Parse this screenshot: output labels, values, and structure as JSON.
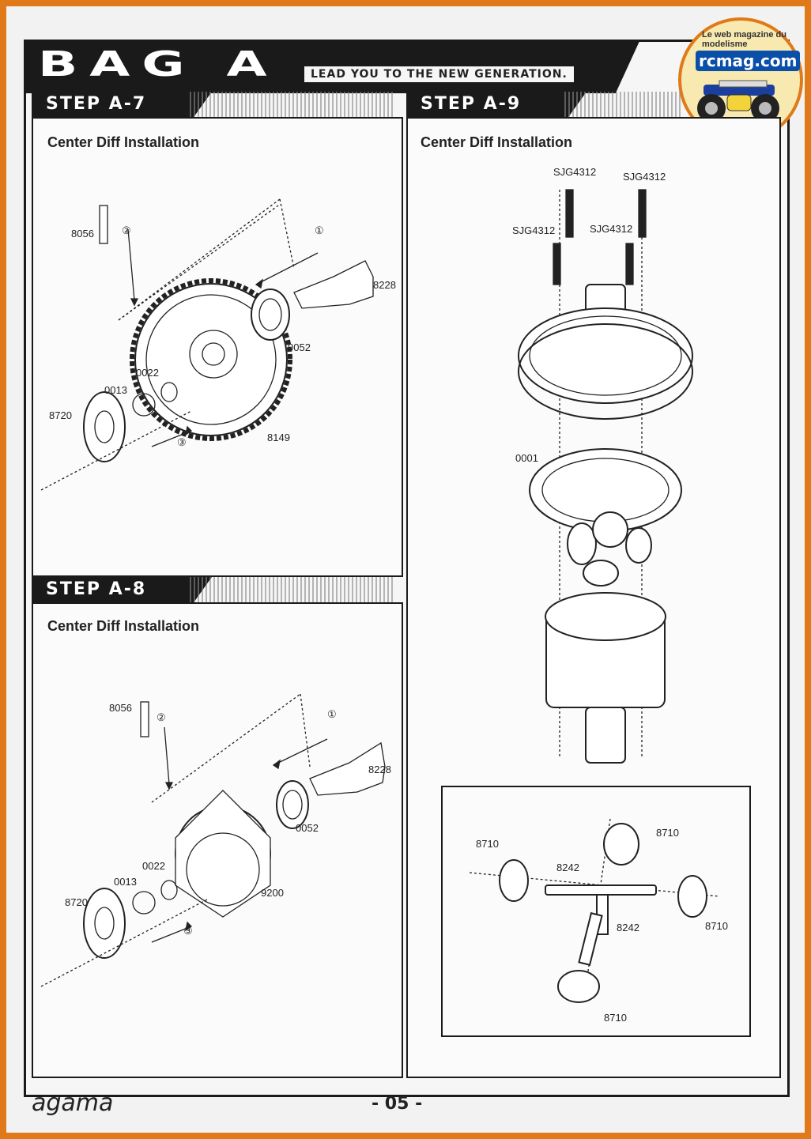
{
  "header": {
    "bag_title": "BAG A",
    "tagline": "LEAD YOU TO THE NEW GENERATION."
  },
  "watermark": {
    "site": "rcmag.com",
    "slogan": "Le web magazine du modelisme"
  },
  "steps": {
    "a7": {
      "tab": "STEP A-7",
      "title": "Center Diff Installation",
      "parts": [
        "8056",
        "8228",
        "0052",
        "0022",
        "0013",
        "8720",
        "8149"
      ],
      "steps_markers": [
        "①",
        "②",
        "③"
      ]
    },
    "a8": {
      "tab": "STEP A-8",
      "title": "Center Diff Installation",
      "parts": [
        "8056",
        "8228",
        "0052",
        "0022",
        "0013",
        "8720",
        "9200"
      ],
      "steps_markers": [
        "①",
        "②",
        "③"
      ]
    },
    "a9": {
      "tab": "STEP A-9",
      "title": "Center Diff Installation",
      "parts": [
        "SJG4312",
        "SJG4312",
        "SJG4312",
        "SJG4312",
        "0001"
      ],
      "inset_parts": [
        "8710",
        "8710",
        "8242",
        "8242",
        "8710",
        "8710"
      ]
    }
  },
  "footer": {
    "brand": "agama",
    "page": "- 05 -"
  },
  "colors": {
    "border": "#e07a18",
    "ink": "#1a1a1a"
  }
}
